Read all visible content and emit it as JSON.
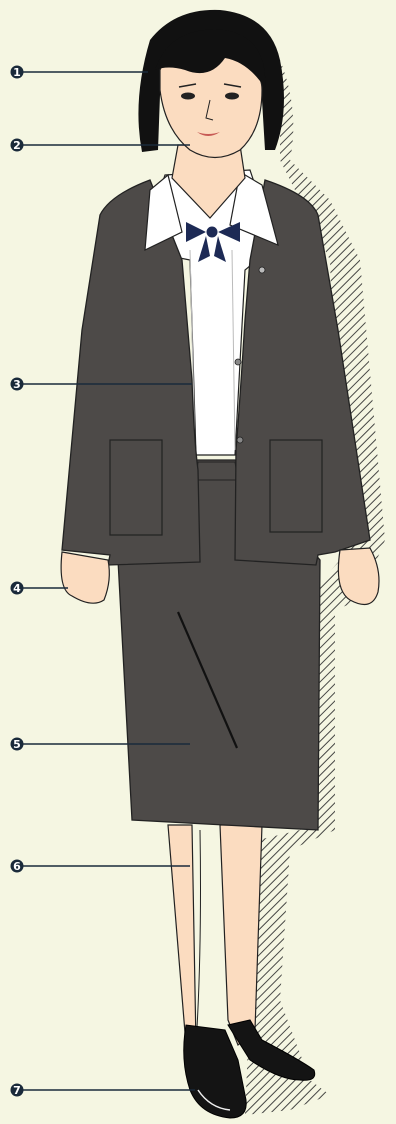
{
  "colors": {
    "background": "#f5f6e2",
    "suit": "#4d4a48",
    "shirt": "#ffffff",
    "skin": "#fbdcc0",
    "hair": "#111111",
    "bow": "#1d2a55",
    "callout": "#1a2a3a",
    "shadow": "#333333"
  },
  "callouts": [
    {
      "id": 1,
      "label": "1",
      "target": "hair"
    },
    {
      "id": 2,
      "label": "2",
      "target": "face"
    },
    {
      "id": 3,
      "label": "3",
      "target": "jacket"
    },
    {
      "id": 4,
      "label": "4",
      "target": "hand"
    },
    {
      "id": 5,
      "label": "5",
      "target": "skirt"
    },
    {
      "id": 6,
      "label": "6",
      "target": "leg"
    },
    {
      "id": 7,
      "label": "7",
      "target": "shoes"
    }
  ]
}
